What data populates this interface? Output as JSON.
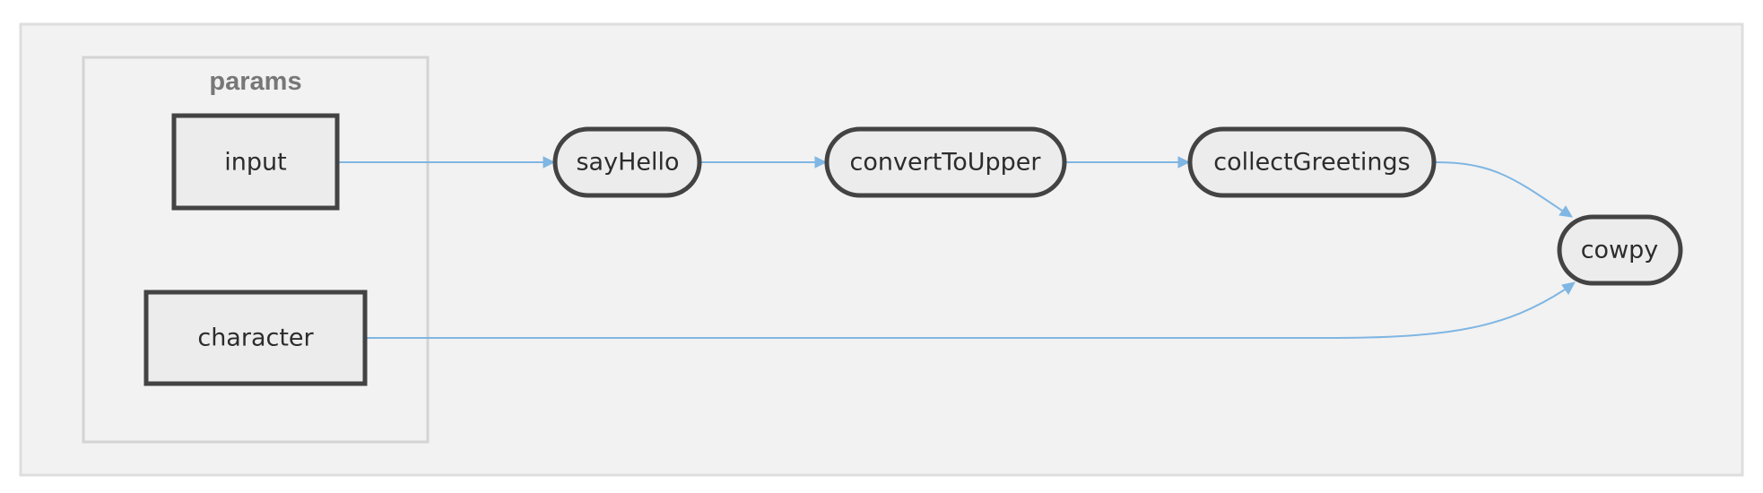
{
  "group": {
    "title": "params"
  },
  "nodes": {
    "input": "input",
    "character": "character",
    "sayHello": "sayHello",
    "convertToUpper": "convertToUpper",
    "collectGreetings": "collectGreetings",
    "cowpy": "cowpy"
  },
  "edges": [
    {
      "from": "input",
      "to": "sayHello"
    },
    {
      "from": "sayHello",
      "to": "convertToUpper"
    },
    {
      "from": "convertToUpper",
      "to": "collectGreetings"
    },
    {
      "from": "collectGreetings",
      "to": "cowpy"
    },
    {
      "from": "character",
      "to": "cowpy"
    }
  ],
  "colors": {
    "background": "#f2f2f2",
    "node_fill": "#ececec",
    "node_stroke": "#434343",
    "edge": "#7fb6e3",
    "group_title": "#777777"
  }
}
